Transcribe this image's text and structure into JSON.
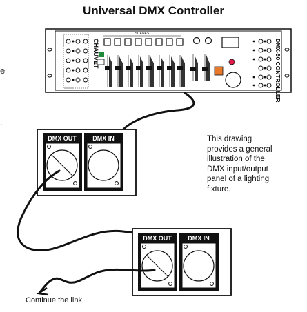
{
  "diagram": {
    "title": "Universal DMX Controller",
    "controller": {
      "brand": "CHAUVET",
      "model": "DMX-50 CONTROLLER",
      "scenes_label": "SCENES"
    },
    "fixtures": [
      {
        "out_label": "DMX OUT",
        "in_label": "DMX IN"
      },
      {
        "out_label": "DMX OUT",
        "in_label": "DMX IN"
      }
    ],
    "description_lines": [
      "This drawing",
      "provides a general",
      "illustration of the",
      "DMX input/output",
      "panel of a lighting",
      "fixture."
    ],
    "caption": "Continue the link",
    "cut_off_letters": [
      "e",
      "."
    ]
  }
}
